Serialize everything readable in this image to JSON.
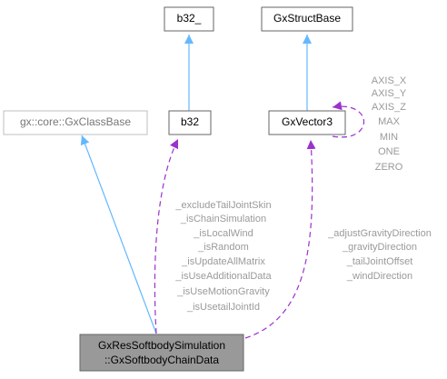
{
  "nodes": {
    "b32_": "b32_",
    "gx_struct_base": "GxStructBase",
    "gx_class_base": "gx::core::GxClassBase",
    "b32": "b32",
    "gx_vector3": "GxVector3",
    "focus_line1": "GxResSoftbodySimulation",
    "focus_line2": "::GxSoftbodyChainData"
  },
  "vector3_self_labels": [
    "AXIS_X",
    "AXIS_Y",
    "AXIS_Z",
    "MAX",
    "MIN",
    "ONE",
    "ZERO"
  ],
  "b32_members": [
    "_excludeTailJointSkin",
    "_isChainSimulation",
    "_isLocalWind",
    "_isRandom",
    "_isUpdateAllMatrix",
    "_isUseAdditionalData",
    "_isUseMotionGravity",
    "_isUsetailJointId"
  ],
  "vector3_members": [
    "_adjustGravityDirection",
    "_gravityDirection",
    "_tailJointOffset",
    "_windDirection"
  ],
  "colors": {
    "inheritance_edge": "#63b8ff",
    "usage_edge": "#9a32cd",
    "focus_node_fill": "#999999",
    "label_text": "#9a9a9a"
  }
}
